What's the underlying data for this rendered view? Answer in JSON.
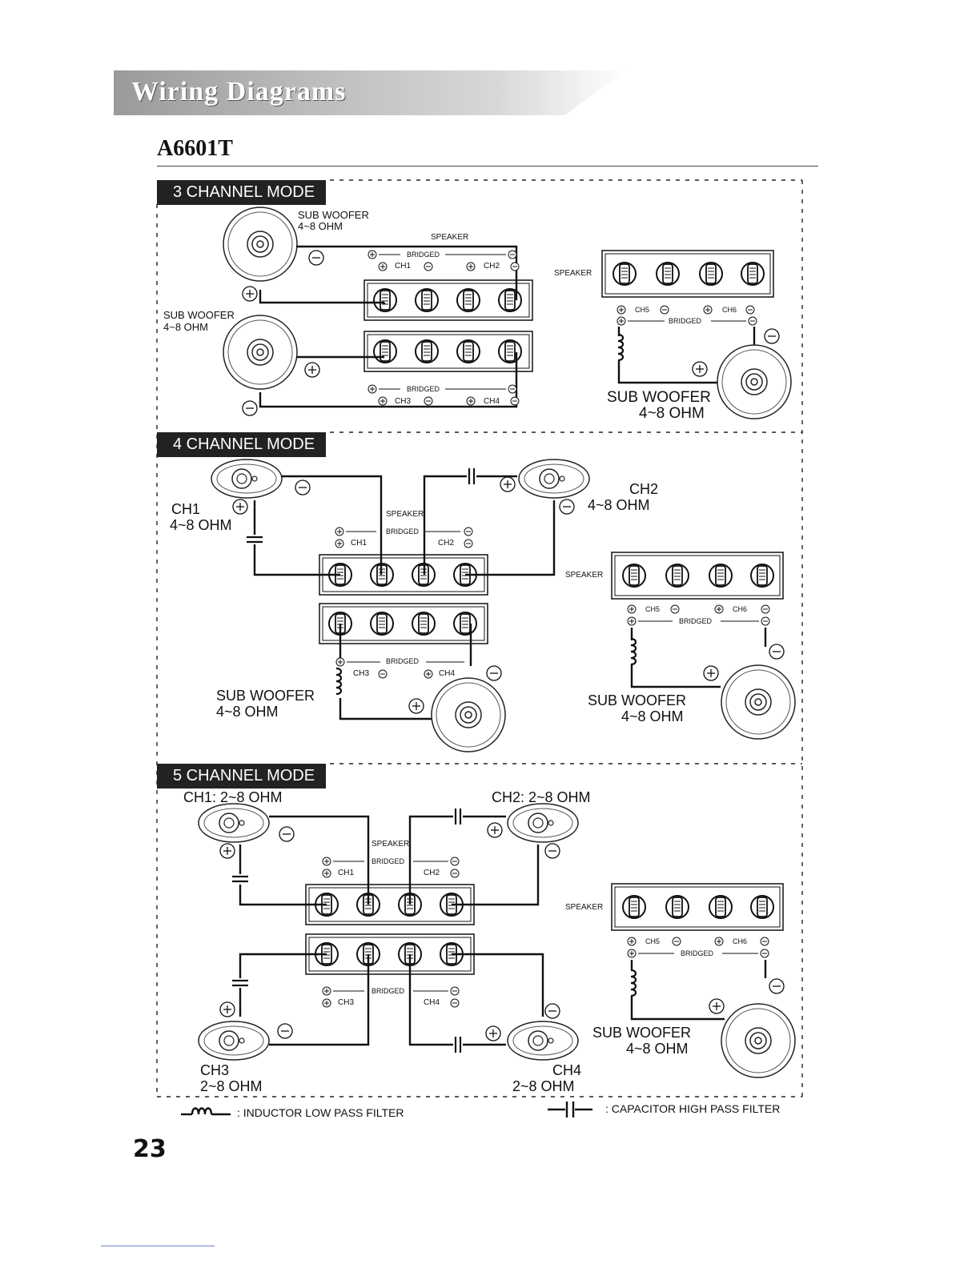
{
  "header": {
    "title": "Wiring Diagrams"
  },
  "model": "A6601T",
  "modes": {
    "three": {
      "label": "3 CHANNEL MODE",
      "sub_a": {
        "name": "SUB WOOFER",
        "ohm": "4~8 OHM"
      },
      "sub_b": {
        "name": "SUB WOOFER",
        "ohm": "4~8 OHM"
      },
      "speaker": "SPEAKER",
      "bridged": "BRIDGED",
      "ch1": "CH1",
      "ch2": "CH2",
      "ch3": "CH3",
      "ch4": "CH4",
      "right_speaker": "SPEAKER",
      "ch5": "CH5",
      "ch6": "CH6",
      "right_bridged": "BRIDGED",
      "right_sub": {
        "name": "SUB WOOFER",
        "ohm": "4~8 OHM"
      }
    },
    "four": {
      "label": "4 CHANNEL MODE",
      "ch1_name": "CH1",
      "ch1_ohm": "4~8 OHM",
      "ch2_name": "CH2",
      "ch2_ohm": "4~8 OHM",
      "speaker": "SPEAKER",
      "bridged": "BRIDGED",
      "ch1": "CH1",
      "ch2": "CH2",
      "ch3": "CH3",
      "ch4": "CH4",
      "bottom_bridged": "BRIDGED",
      "sub_left": {
        "name": "SUB WOOFER",
        "ohm": "4~8 OHM"
      },
      "right_speaker": "SPEAKER",
      "ch5": "CH5",
      "ch6": "CH6",
      "right_bridged": "BRIDGED",
      "sub_right": {
        "name": "SUB WOOFER",
        "ohm": "4~8 OHM"
      }
    },
    "five": {
      "label": "5 CHANNEL MODE",
      "ch1_title": "CH1: 2~8 OHM",
      "ch2_title": "CH2: 2~8 OHM",
      "speaker": "SPEAKER",
      "bridged": "BRIDGED",
      "ch1": "CH1",
      "ch2": "CH2",
      "ch3": "CH3",
      "ch4": "CH4",
      "bottom_bridged": "BRIDGED",
      "ch3_name": "CH3",
      "ch3_ohm": "2~8 OHM",
      "ch4_name": "CH4",
      "ch4_ohm": "2~8 OHM",
      "right_speaker": "SPEAKER",
      "ch5": "CH5",
      "ch6": "CH6",
      "right_bridged": "BRIDGED",
      "sub_right": {
        "name": "SUB WOOFER",
        "ohm": "4~8 OHM"
      }
    }
  },
  "legend": {
    "inductor": ": INDUCTOR LOW PASS FILTER",
    "capacitor": ": CAPACITOR HIGH PASS FILTER"
  },
  "page_number": "23"
}
